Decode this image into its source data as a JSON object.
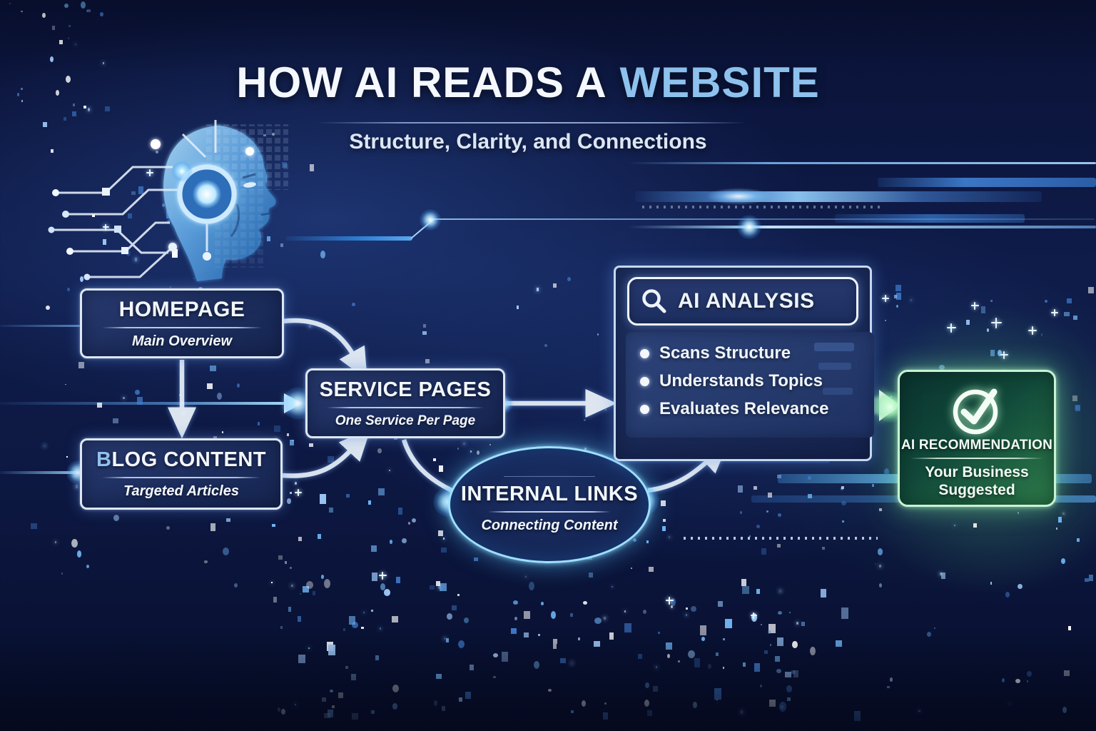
{
  "header": {
    "title_part1": "HOW AI READS A",
    "title_part2": "WEBSITE",
    "subtitle": "Structure, Clarity, and Connections"
  },
  "nodes": {
    "homepage": {
      "title": "HOMEPAGE",
      "subtitle": "Main Overview"
    },
    "blog": {
      "title": "BLOG CONTENT",
      "subtitle": "Targeted Articles"
    },
    "service": {
      "title": "SERVICE PAGES",
      "subtitle": "One Service Per Page"
    },
    "internal": {
      "title": "INTERNAL LINKS",
      "subtitle": "Connecting Content"
    },
    "analysis": {
      "title": "AI ANALYSIS",
      "bullets": [
        "Scans Structure",
        "Understands Topics",
        "Evaluates Relevance"
      ]
    },
    "recommendation": {
      "title": "AI RECOMMENDATION",
      "subtitle": "Your Business Suggested"
    }
  },
  "icons": {
    "search_icon": "magnifier",
    "check_icon": "circled-checkmark",
    "ai_face": "robotic-head-profile-with-circuits"
  },
  "colors": {
    "background_navy": "#0d1840",
    "box_fill": "#1d2f60",
    "box_border": "#dde7f4",
    "cyan_glow": "#9fe0ff",
    "green_accent": "#2e7d4b",
    "green_border": "#c8f2d4",
    "title_blue": "#8ec2ee"
  }
}
